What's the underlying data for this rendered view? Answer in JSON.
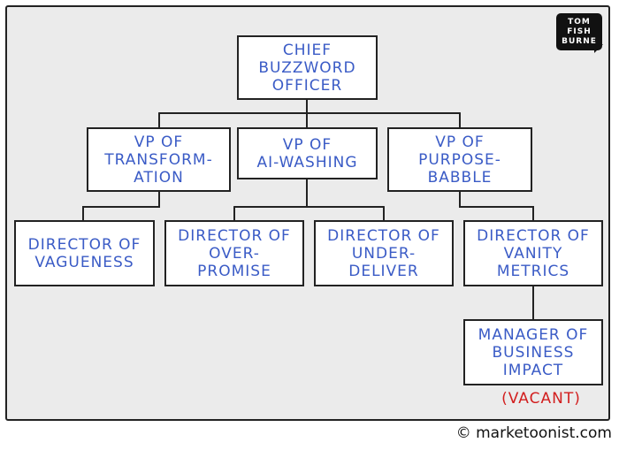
{
  "org_chart": {
    "chief": "CHIEF\nBUZZWORD\nOFFICER",
    "vps": [
      "VP OF\nTRANSFORM-\nATION",
      "VP OF\nAI-WASHING",
      "VP OF\nPURPOSE-\nBABBLE"
    ],
    "directors": [
      "DIRECTOR OF\nVAGUENESS",
      "DIRECTOR OF\nOVER-\nPROMISE",
      "DIRECTOR OF\nUNDER-\nDELIVER",
      "DIRECTOR OF\nVANITY\nMETRICS"
    ],
    "manager": "MANAGER OF\nBUSINESS\nIMPACT",
    "vacant_note": "(VACANT)"
  },
  "logo_text": "TOM\nFISH\nBURNE",
  "credit": "© marketoonist.com",
  "colors": {
    "background": "#ebebeb",
    "box_text": "#3a5bc6",
    "vacant_text": "#d21e1e",
    "lines": "#222222"
  }
}
